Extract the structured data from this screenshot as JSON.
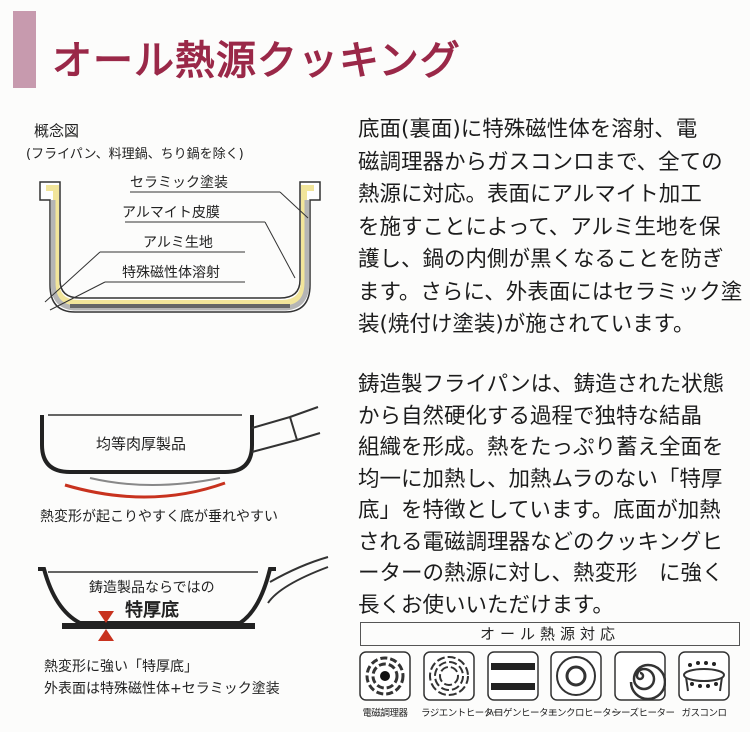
{
  "header": {
    "title": "オール熱源クッキング",
    "accent_color": "#9a2848",
    "bar_color": "#c79aae"
  },
  "diagram": {
    "title": "概念図",
    "subtitle": "(フライパン、料理鍋、ちり鍋を除く)",
    "layers": [
      "セラミック塗装",
      "アルマイト皮膜",
      "アルミ生地",
      "特殊磁性体溶射"
    ]
  },
  "paragraph1": {
    "lines": [
      "底面(裏面)に特殊磁性体を溶射、電",
      "磁調理器からガスコンロまで、全ての",
      "熱源に対応。表面にアルマイト加工",
      "を施すことによって、アルミ生地を保",
      "護し、鍋の内側が黒くなることを防ぎ",
      "ます。さらに、外表面にはセラミック塗",
      "装(焼付け塗装)が施されています。"
    ]
  },
  "paragraph2": {
    "lines": [
      "鋳造製フライパンは、鋳造された状態",
      "から自然硬化する過程で独特な結晶",
      "組織を形成。熱をたっぷり蓄え全面を",
      "均一に加熱し、加熱ムラのない「特厚",
      "底」を特徴としています。底面が加熱",
      "される電磁調理器などのクッキングヒ",
      "ーターの熱源に対し、熱変形　に強く",
      "長くお使いいただけます。"
    ]
  },
  "pan1": {
    "label": "均等肉厚製品",
    "caption": "熱変形が起こりやすく底が垂れやすい"
  },
  "pan2": {
    "label_top": "鋳造製品ならではの",
    "label_main": "特厚底",
    "caption_lines": [
      "熱変形に強い「特厚底」",
      "外表面は特殊磁性体+セラミック塗装"
    ]
  },
  "heat_sources": {
    "title": "オール熱源対応",
    "items": [
      {
        "label": "電磁調理器",
        "icon": "induction-icon"
      },
      {
        "label": "ラジエントヒーター",
        "icon": "radiant-heater-icon"
      },
      {
        "label": "ハロゲンヒーター",
        "icon": "halogen-heater-icon"
      },
      {
        "label": "エンクロヒーター",
        "icon": "enclosed-heater-icon"
      },
      {
        "label": "シーズヒーター",
        "icon": "sheathed-heater-icon"
      },
      {
        "label": "ガスコンロ",
        "icon": "gas-stove-icon"
      }
    ]
  }
}
